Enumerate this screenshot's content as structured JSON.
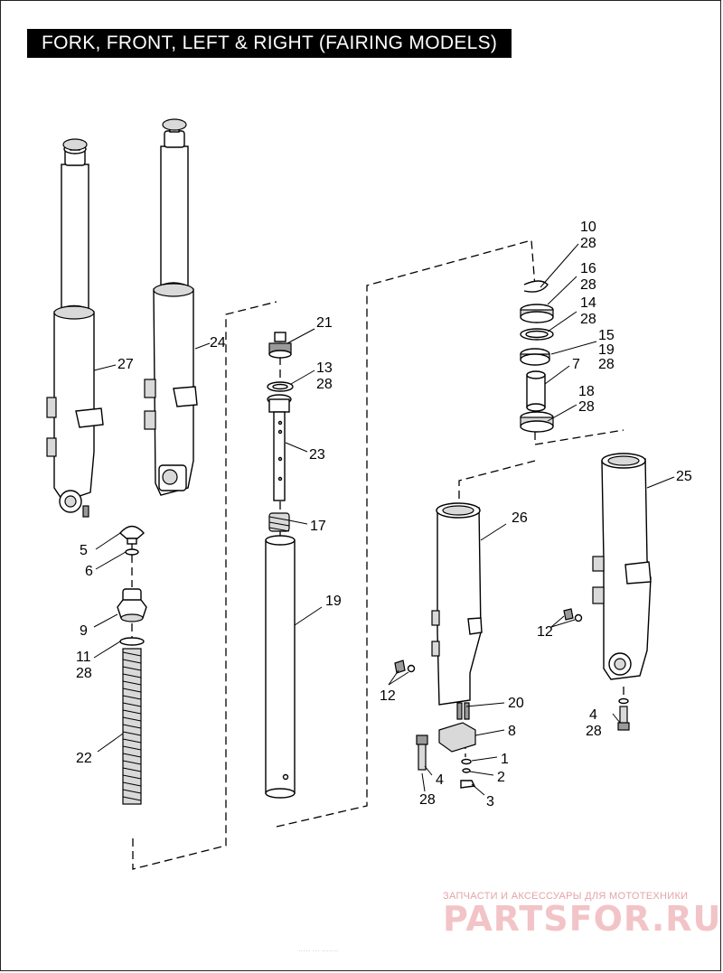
{
  "title": "FORK, FRONT, LEFT & RIGHT (FAIRING MODELS)",
  "callouts": {
    "c10a": "10",
    "c28a": "28",
    "c16": "16",
    "c28b": "28",
    "c14": "14",
    "c28c": "28",
    "c15": "15",
    "c19a": "19",
    "c28d": "28",
    "c7": "7",
    "c18": "18",
    "c28e": "28",
    "c21": "21",
    "c13": "13",
    "c28f": "28",
    "c23": "23",
    "c17": "17",
    "c19b": "19",
    "c27": "27",
    "c24": "24",
    "c25": "25",
    "c26": "26",
    "c5": "5",
    "c6": "6",
    "c9": "9",
    "c11": "11",
    "c28g": "28",
    "c22": "22",
    "c12a": "12",
    "c12b": "12",
    "c20": "20",
    "c8": "8",
    "c1": "1",
    "c2": "2",
    "c3": "3",
    "c4a": "4",
    "c28h": "28",
    "c4b": "4",
    "c28i": "28"
  },
  "watermark": {
    "tagline": "ЗАПЧАСТИ И АКСЕССУАРЫ ДЛЯ МОТОТЕХНИКИ",
    "brand": "PARTSFOR.RU"
  },
  "footer_faint": "·····  ··· ·······"
}
